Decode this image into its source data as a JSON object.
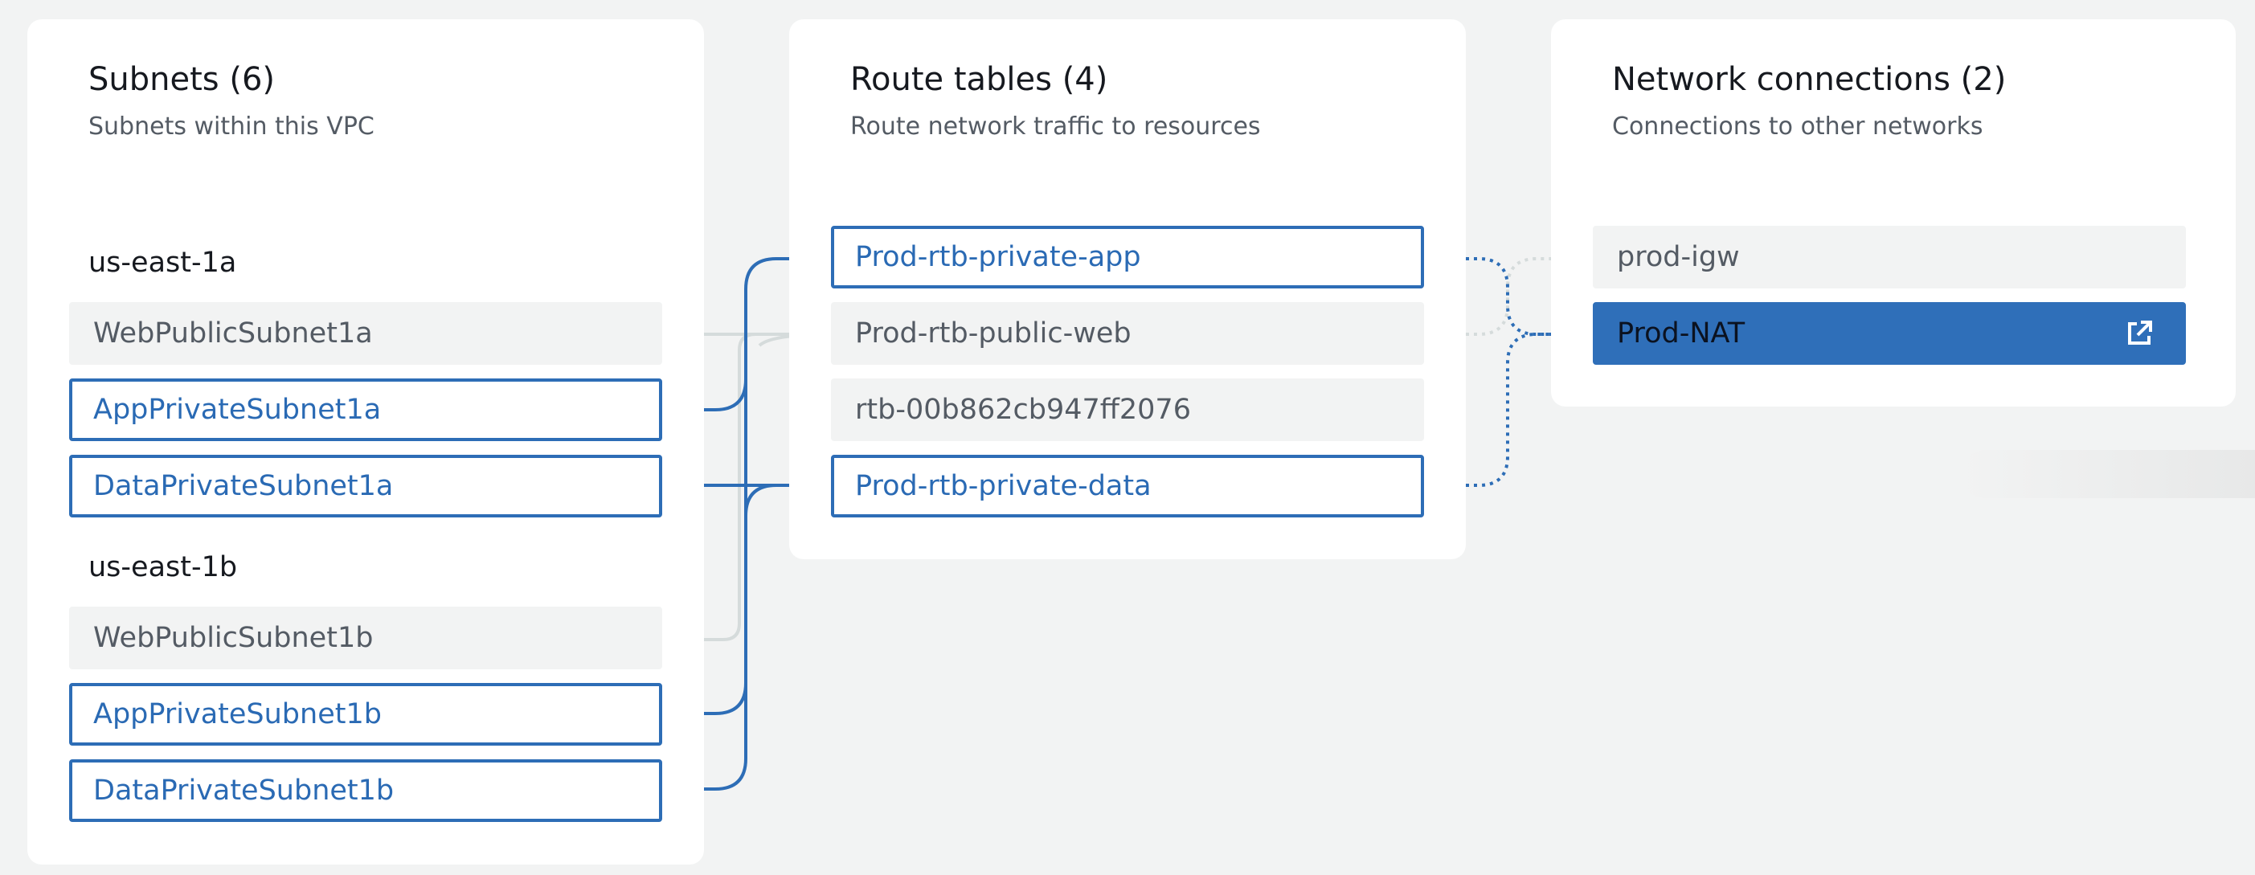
{
  "subnets_panel": {
    "title": "Subnets (6)",
    "subtitle": "Subnets within this VPC",
    "groups": [
      {
        "label": "us-east-1a",
        "items": [
          {
            "name": "WebPublicSubnet1a",
            "selected": false
          },
          {
            "name": "AppPrivateSubnet1a",
            "selected": true
          },
          {
            "name": "DataPrivateSubnet1a",
            "selected": true
          }
        ]
      },
      {
        "label": "us-east-1b",
        "items": [
          {
            "name": "WebPublicSubnet1b",
            "selected": false
          },
          {
            "name": "AppPrivateSubnet1b",
            "selected": true
          },
          {
            "name": "DataPrivateSubnet1b",
            "selected": true
          }
        ]
      }
    ]
  },
  "route_tables_panel": {
    "title": "Route tables (4)",
    "subtitle": "Route network traffic to resources",
    "items": [
      {
        "name": "Prod-rtb-private-app",
        "selected": true
      },
      {
        "name": "Prod-rtb-public-web",
        "selected": false
      },
      {
        "name": "rtb-00b862cb947ff2076",
        "selected": false
      },
      {
        "name": "Prod-rtb-private-data",
        "selected": true
      }
    ]
  },
  "network_connections_panel": {
    "title": "Network connections (2)",
    "subtitle": "Connections to other networks",
    "items": [
      {
        "name": "prod-igw",
        "selected": false
      },
      {
        "name": "Prod-NAT",
        "selected": true,
        "icon": "external-link-icon"
      }
    ]
  },
  "colors": {
    "background": "#f2f3f3",
    "panel": "#ffffff",
    "selected_border": "#2d6db6",
    "selected_text": "#2a6ab4",
    "active_fill": "#2f6fb9",
    "muted_line": "#d5dbdb"
  }
}
